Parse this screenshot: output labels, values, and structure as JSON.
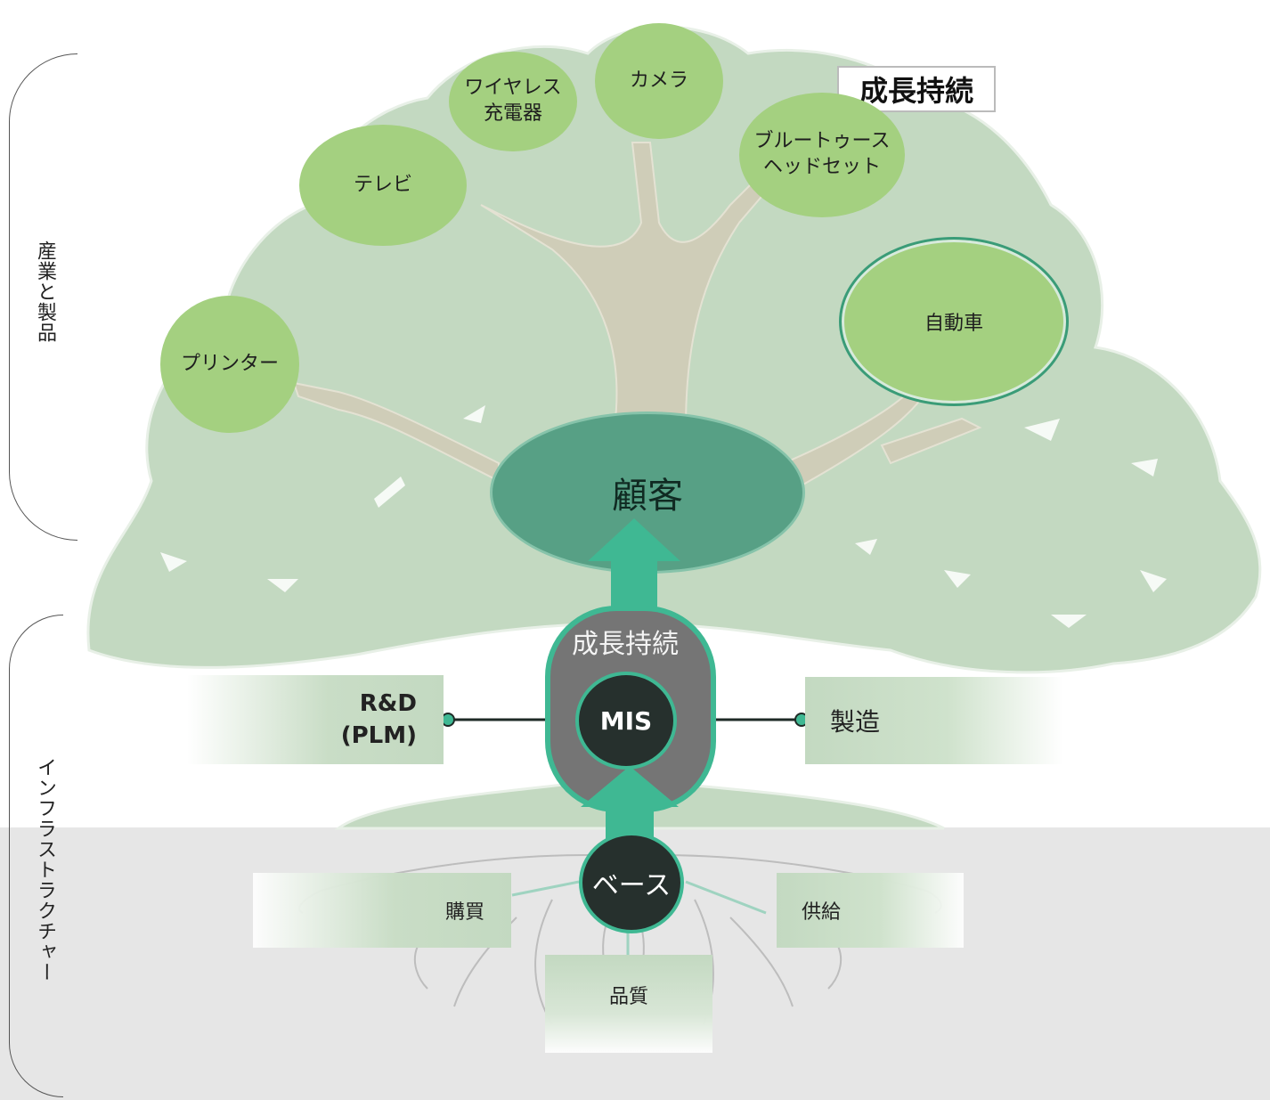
{
  "sections": {
    "products": "産業と製品",
    "infrastructure": "インフラストラクチャー"
  },
  "corner_title": "成長持続",
  "leaves": {
    "printer": "プリンター",
    "tv": "テレビ",
    "wireless_charger": "ワイヤレス\n充電器",
    "camera": "カメラ",
    "bluetooth_headset": "ブルートゥース\nヘッドセット",
    "car": "自動車"
  },
  "customer": "顧客",
  "pillar": {
    "label": "成長持続",
    "core": "MIS"
  },
  "side_nodes": {
    "rd": "R&D\n(PLM)",
    "manufacturing": "製造"
  },
  "roots": {
    "base": "ベース",
    "purchasing": "購買",
    "supply": "供給",
    "quality": "品質"
  },
  "colors": {
    "leaf": "#a4d080",
    "canopy": "#c3d9c1",
    "trunk": "#cfcdb8",
    "customer": "#57a085",
    "accent": "#3fb893",
    "pillar": "#757575",
    "core": "#26302d",
    "ground": "#e6e6e6"
  }
}
